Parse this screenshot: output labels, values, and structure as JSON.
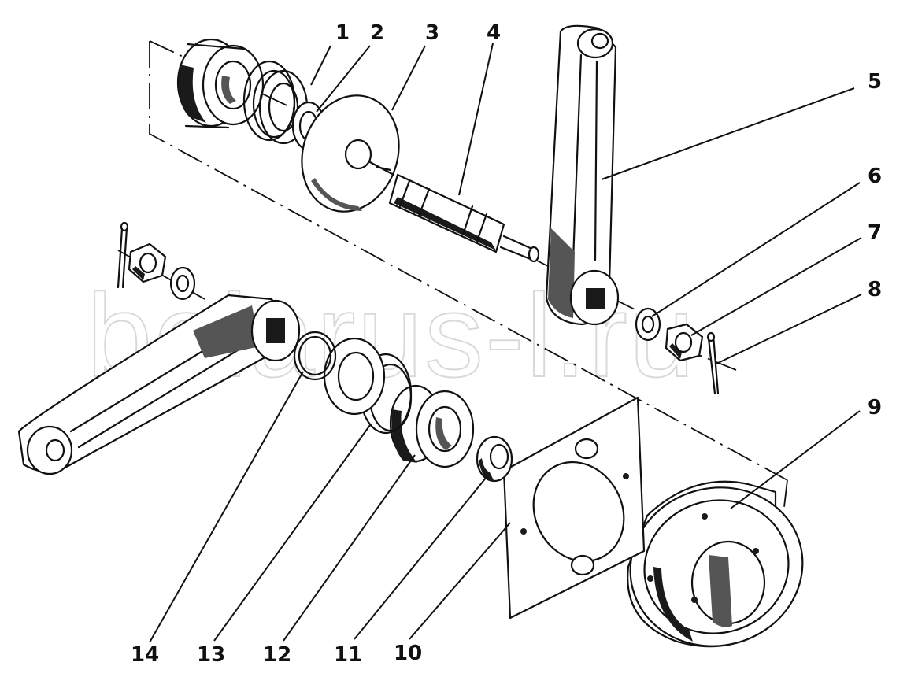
{
  "watermark": "belarus-l.ru",
  "callouts": [
    {
      "id": "1",
      "label": "1"
    },
    {
      "id": "2",
      "label": "2"
    },
    {
      "id": "3",
      "label": "3"
    },
    {
      "id": "4",
      "label": "4"
    },
    {
      "id": "5",
      "label": "5"
    },
    {
      "id": "6",
      "label": "6"
    },
    {
      "id": "7",
      "label": "7"
    },
    {
      "id": "8",
      "label": "8"
    },
    {
      "id": "9",
      "label": "9"
    },
    {
      "id": "10",
      "label": "10"
    },
    {
      "id": "11",
      "label": "11"
    },
    {
      "id": "12",
      "label": "12"
    },
    {
      "id": "13",
      "label": "13"
    },
    {
      "id": "14",
      "label": "14"
    }
  ]
}
